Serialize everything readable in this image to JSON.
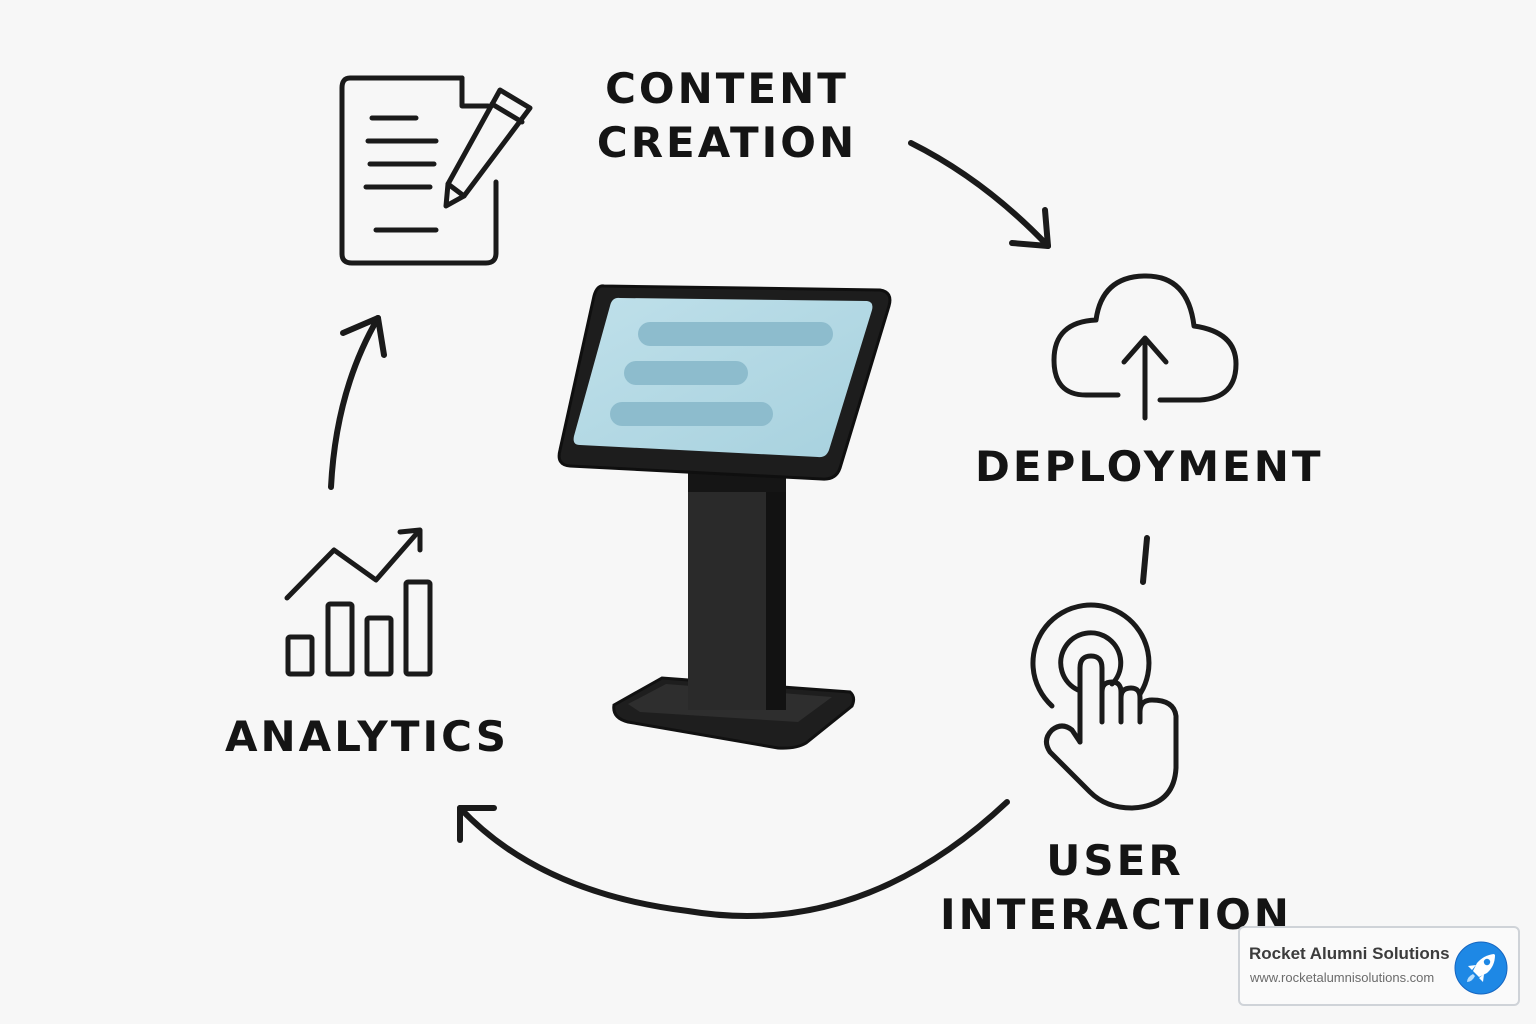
{
  "stages": {
    "content_creation": {
      "line1": "CONTENT",
      "line2": "CREATION",
      "icon": "document-pencil-icon"
    },
    "deployment": {
      "label": "DEPLOYMENT",
      "icon": "cloud-upload-icon"
    },
    "user_interaction": {
      "line1": "USER",
      "line2": "INTERACTION",
      "icon": "tap-hand-icon"
    },
    "analytics": {
      "label": "ANALYTICS",
      "icon": "bar-chart-trend-icon"
    }
  },
  "center": {
    "icon": "touchscreen-kiosk-icon"
  },
  "brand": {
    "name": "Rocket Alumni Solutions",
    "url": "www.rocketalumnisolutions.com",
    "logo_icon": "rocket-icon"
  },
  "colors": {
    "ink": "#1a1a1a",
    "screen": "#b0d7e3",
    "screen_bars": "#8dbccd",
    "kiosk": "#2b2b2b",
    "brand_blue": "#1e88e5"
  }
}
